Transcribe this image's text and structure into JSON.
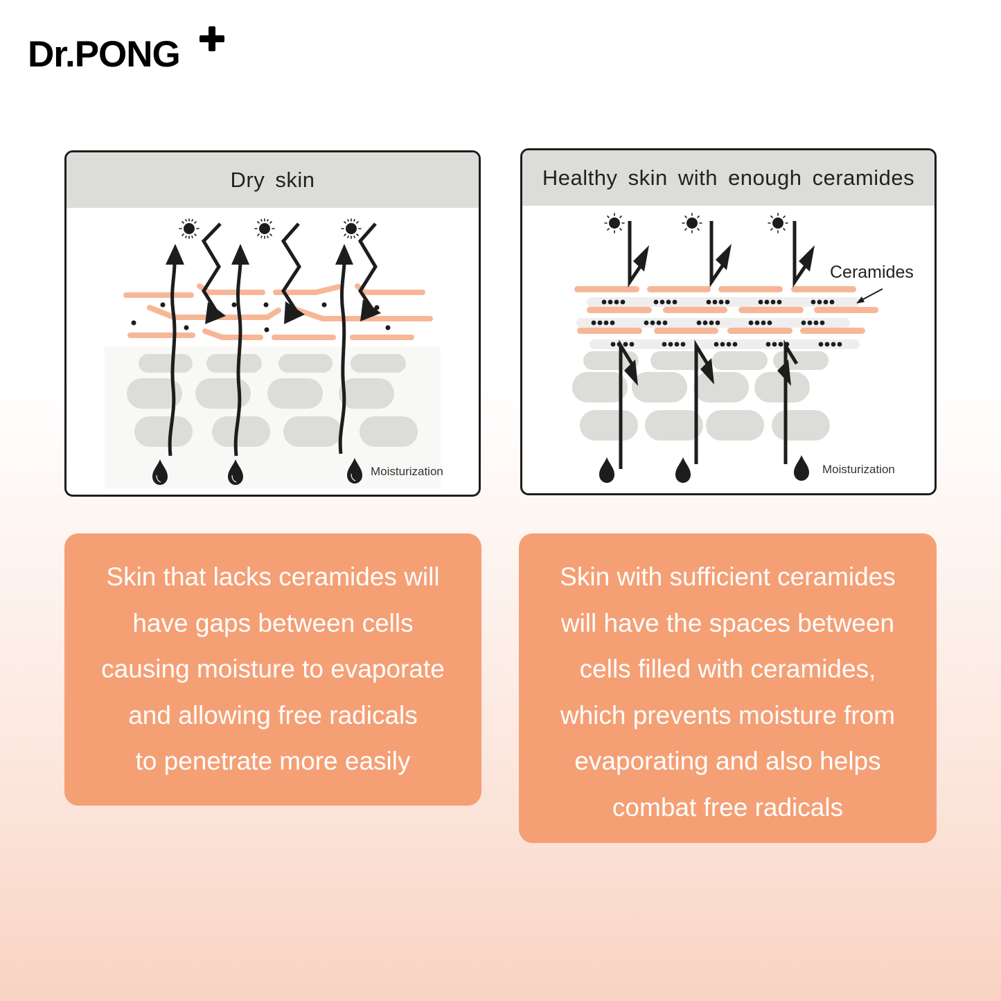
{
  "brand": {
    "name": "Dr.PONG",
    "mark": "plus"
  },
  "colors": {
    "accent": "#f59f75",
    "lipid": "#f7b797",
    "cell": "#dcdcd8",
    "header": "#dcdcd8",
    "ink": "#1d1d1d"
  },
  "panels": [
    {
      "title": "Dry skin",
      "label_moisture": "Moisturization",
      "icons": [
        "sun-icon",
        "zigzag-arrow-icon",
        "wavy-up-arrow-icon",
        "water-drop-icon"
      ]
    },
    {
      "title": "Healthy skin with enough ceramides",
      "label_moisture": "Moisturization",
      "label_ceramides": "Ceramides",
      "icons": [
        "sun-icon",
        "blocked-bounce-arrow-icon",
        "water-drop-icon"
      ]
    }
  ],
  "descriptions": [
    {
      "lines": [
        "Skin that lacks ceramides will",
        "have gaps between cells",
        "causing moisture to evaporate",
        "and allowing free radicals",
        "to penetrate more easily"
      ]
    },
    {
      "lines": [
        "Skin with sufficient ceramides",
        "will have the spaces between",
        "cells filled with ceramides,",
        "which prevents moisture from",
        "evaporating and also helps",
        "combat free radicals"
      ]
    }
  ]
}
